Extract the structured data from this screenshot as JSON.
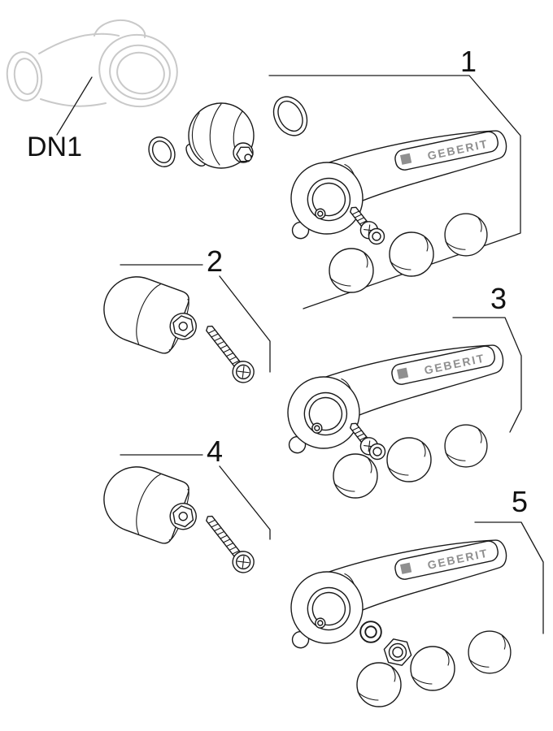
{
  "diagram": {
    "reference_label": "DN1",
    "brand_text": "GEBERIT",
    "callouts": [
      {
        "label": "1"
      },
      {
        "label": "2"
      },
      {
        "label": "3"
      },
      {
        "label": "4"
      },
      {
        "label": "5"
      }
    ],
    "colors": {
      "line": "#1a1a1a",
      "ghost": "#c9c9c9",
      "brand": "#8f8f8f",
      "background": "#ffffff"
    }
  }
}
